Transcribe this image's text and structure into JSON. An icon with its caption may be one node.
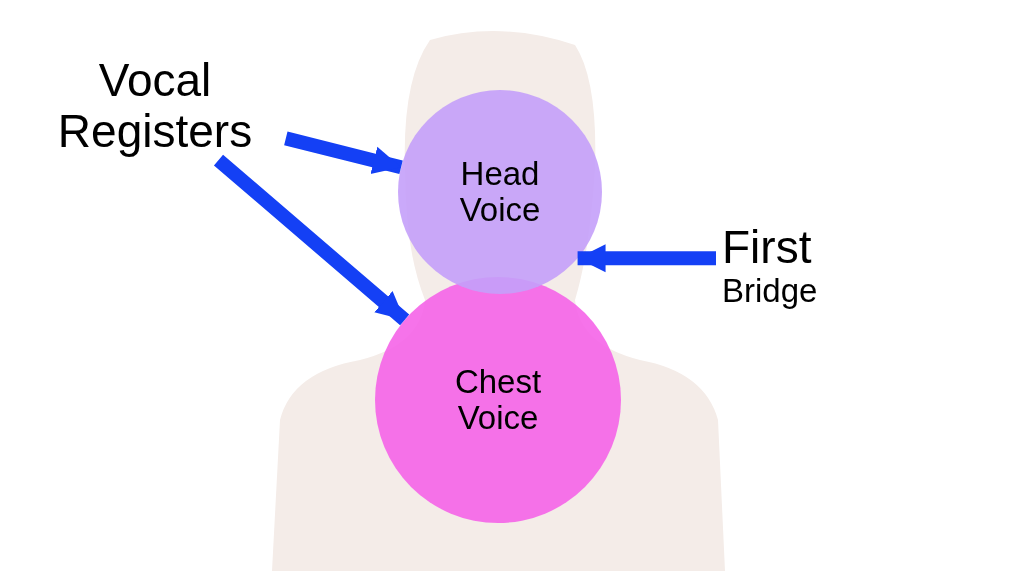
{
  "diagram": {
    "nodes": [
      {
        "text": [
          "Vocal Registers"
        ]
      },
      {
        "text": [
          "Head Voice"
        ]
      },
      {
        "text": [
          "Chest Voice"
        ]
      },
      {
        "text": [
          "First",
          "Bridge"
        ]
      }
    ],
    "edges": [
      {
        "from": 0,
        "to": 1,
        "arrow": "to"
      },
      {
        "from": 0,
        "to": 2,
        "arrow": "to"
      },
      {
        "from": 3,
        "to": 1,
        "arrow": "to"
      }
    ]
  }
}
